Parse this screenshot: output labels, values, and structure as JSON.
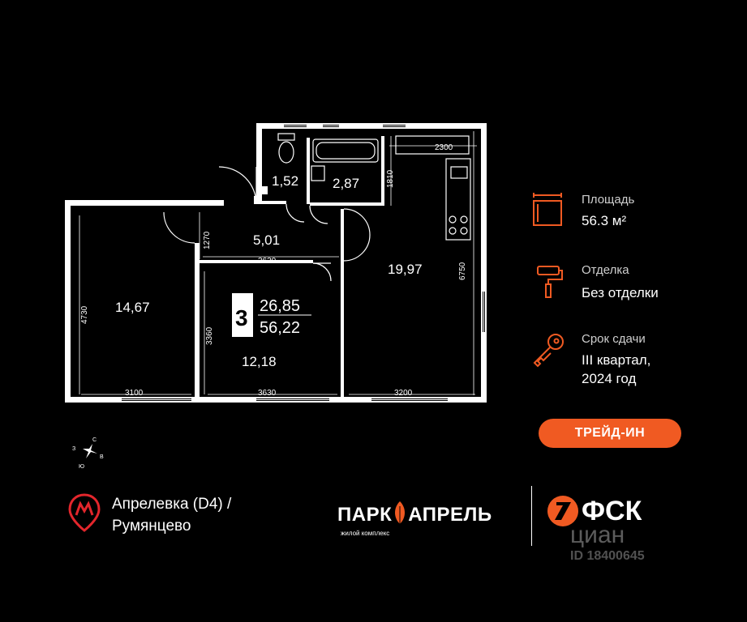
{
  "plan": {
    "rooms": {
      "wc": "1,52",
      "bath": "2,87",
      "hall": "5,01",
      "kitchen": "19,97",
      "bedroom": "14,67",
      "living": "12,18"
    },
    "dims": {
      "top_kitchen": "2300",
      "kitchen_vertical": "1810",
      "hall_vertical": "1270",
      "hall_width": "3630",
      "kitchen_height": "6750",
      "bedroom_height": "4730",
      "living_height": "3360",
      "bedroom_width": "3100",
      "living_width": "3630",
      "kitchen_width": "3200"
    },
    "summary": {
      "rooms_count": "3",
      "living_area": "26,85",
      "total_area": "56,22"
    },
    "compass": {
      "n": "С",
      "s": "Ю",
      "w": "З",
      "e": "В"
    }
  },
  "info": {
    "area_label": "Площадь",
    "area_value": "56.3 м²",
    "finish_label": "Отделка",
    "finish_value": "Без отделки",
    "deadline_label": "Срок сдачи",
    "deadline_line1": "III квартал,",
    "deadline_line2": "2024 год"
  },
  "trade_in_label": "ТРЕЙД-ИН",
  "metro": {
    "line1": "Апрелевка (D4)  /",
    "line2": "Румянцево"
  },
  "brand": {
    "park_left": "ПАРК",
    "park_right": "АПРЕЛЬ",
    "park_sub": "жилой комплекс",
    "fsk": "ФСК",
    "cian": "циан",
    "cian_id": "ID 18400645"
  },
  "colors": {
    "accent": "#f05a22",
    "background": "#000000",
    "text": "#ffffff"
  }
}
